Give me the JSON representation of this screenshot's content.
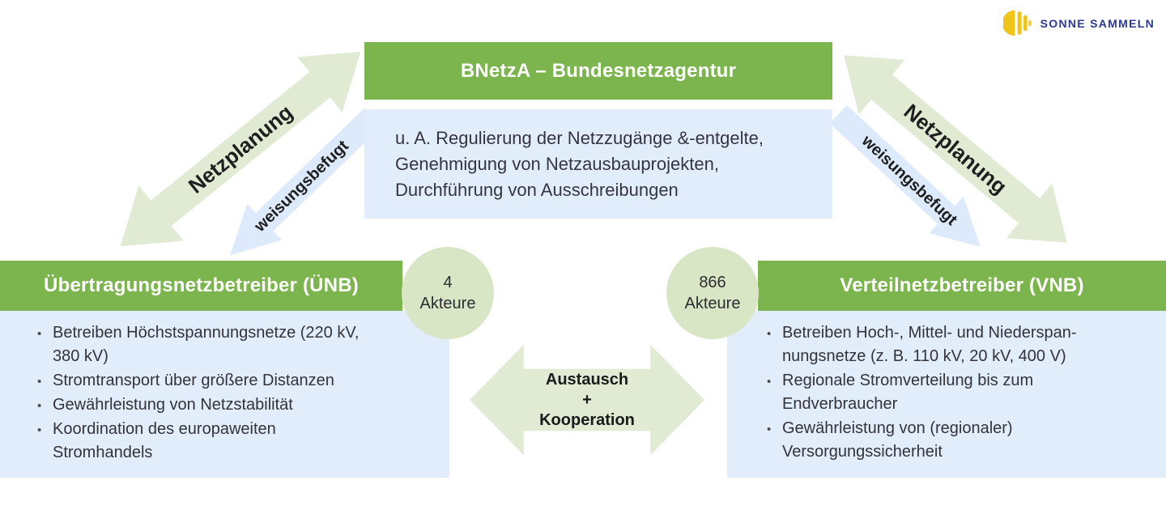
{
  "logo": {
    "text": "Sonne Sammeln"
  },
  "header": {
    "title": "BNetzA – Bundesnetzagentur",
    "description": [
      "u. A. Regulierung der Netzzugänge &-entgelte,",
      "Genehmigung von Netzausbauprojekten,",
      "Durchführung von Ausschreibungen"
    ]
  },
  "arrows": {
    "left_green": "Netzplanung",
    "left_blue": "weisungsbefugt",
    "right_green": "Netzplanung",
    "right_blue": "weisungsbefugt",
    "center": [
      "Austausch",
      "+",
      "Kooperation"
    ]
  },
  "unb": {
    "title": "Übertragungsnetzbetreiber (ÜNB)",
    "badge_count": "4",
    "badge_label": "Akteure",
    "bullets": [
      "Betreiben Höchstspannungsnetze (220 kV, 380 kV)",
      "Stromtransport über größere Distanzen",
      "Gewährleistung von Netzstabilität",
      "Koordination des europaweiten Stromhandels"
    ]
  },
  "vnb": {
    "title": "Verteilnetzbetreiber (VNB)",
    "badge_count": "866",
    "badge_label": "Akteure",
    "bullets": [
      "Betreiben Hoch-, Mittel- und Niederspan-nungsnetze (z. B. 110 kV, 20 kV, 400 V)",
      "Regionale Stromverteilung bis zum Endverbraucher",
      "Gewährleistung von (regionaler) Versorgungssicherheit"
    ]
  },
  "colors": {
    "green": "#7cb44e",
    "light_blue": "#e2edfc",
    "light_green_arrow": "#e1ebd4",
    "pale_blue_arrow": "#dceafb",
    "badge_green": "#d9e6c5",
    "logo_navy": "#2b3990",
    "logo_yellow": "#f0c419",
    "text_dark": "#333338"
  }
}
